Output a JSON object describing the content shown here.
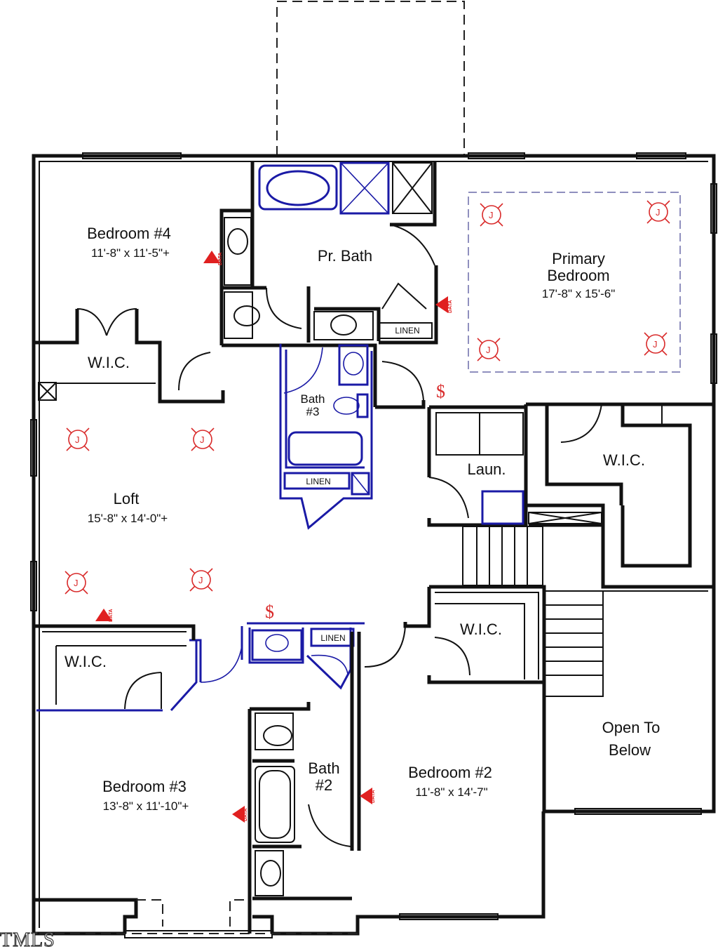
{
  "rooms": {
    "bedroom4": {
      "name": "Bedroom #4",
      "dims": "11'-8\" x 11'-5\"+"
    },
    "pr_bath": {
      "name": "Pr. Bath"
    },
    "primary_bedroom": {
      "name_line1": "Primary",
      "name_line2": "Bedroom",
      "dims": "17'-8\" x 15'-6\""
    },
    "wic_bed4": {
      "name": "W.I.C."
    },
    "bath3": {
      "name_line1": "Bath",
      "name_line2": "#3"
    },
    "linen_pr": {
      "name": "LINEN"
    },
    "linen_bath3": {
      "name": "LINEN"
    },
    "linen_bath2": {
      "name": "LINEN"
    },
    "laundry": {
      "name": "Laun."
    },
    "wic_primary": {
      "name": "W.I.C."
    },
    "loft": {
      "name": "Loft",
      "dims": "15'-8\" x 14'-0\"+"
    },
    "wic_bed3": {
      "name": "W.I.C."
    },
    "wic_bed2": {
      "name": "W.I.C."
    },
    "open_below": {
      "name_line1": "Open To",
      "name_line2": "Below"
    },
    "bath2": {
      "name_line1": "Bath",
      "name_line2": "#2"
    },
    "bedroom2": {
      "name": "Bedroom #2",
      "dims": "11'-8\" x 14'-7\""
    },
    "bedroom3": {
      "name": "Bedroom #3",
      "dims": "13'-8\" x 11'-10\"+"
    }
  },
  "symbols": {
    "junction_box": "J",
    "data_outlet": "DATA",
    "switch": "$"
  },
  "watermark": "TMLS",
  "colors": {
    "walls": "#111111",
    "fixtures": "#1a1aa6",
    "electrical": "#d92b2b"
  }
}
